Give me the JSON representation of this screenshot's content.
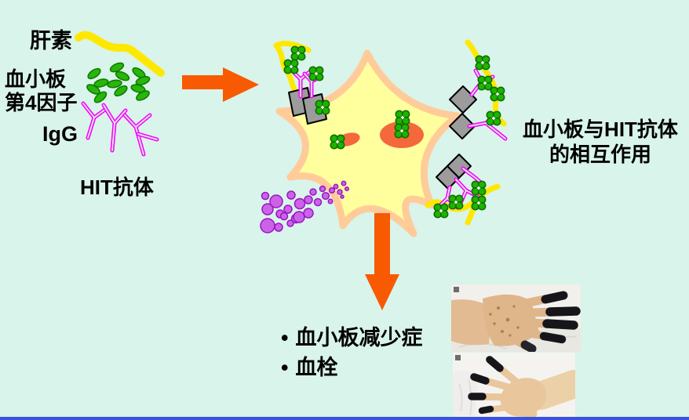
{
  "slide": {
    "background_color": "#d9f4ea",
    "bottom_bar_color": "#3b52dd"
  },
  "labels": {
    "heparin": "肝素",
    "pf4_line1": "血小板",
    "pf4_line2": "第4因子",
    "igg": "IgG",
    "hit_antibody": "HIT抗体"
  },
  "caption": {
    "line1": "血小板与HIT抗体",
    "line2": "的相互作用"
  },
  "outcomes": {
    "bullet": "•",
    "items": [
      "血小板减少症",
      "血栓"
    ]
  },
  "colors": {
    "heparin_yellow": "#ffe800",
    "pf4_green": "#1fb400",
    "antibody_magenta": "#ff00ff",
    "arrow_orange": "#f85a02",
    "platelet_body_yellow": "#ffff9e",
    "platelet_membrane_peach": "#ffcc99",
    "granule_orange": "#f4683c",
    "microparticle_purple": "#cb63e8",
    "fc_receptor_gray": "#9c9c9c",
    "necrotic_finger_black": "#15151a"
  },
  "icons": {
    "right_arrow": "block-arrow-right",
    "down_arrow": "block-arrow-down",
    "heparin_strand": "yellow-squiggle",
    "pf4_tetramer": "green-oval-cluster",
    "igg_antibody": "magenta-y-shape",
    "platelet": "yellow-star-cell",
    "fc_receptor": "gray-diamond",
    "microparticles": "purple-dots"
  }
}
